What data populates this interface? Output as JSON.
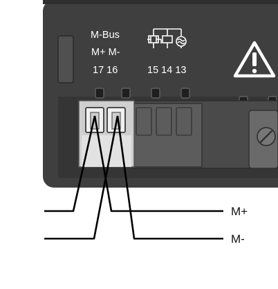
{
  "labels": {
    "bus": "M-Bus",
    "polarity": "M+ M-",
    "terminal_left": "17 16",
    "terminal_right": "15 14 13"
  },
  "wires": [
    {
      "label": "M+"
    },
    {
      "label": "M-"
    }
  ],
  "icons": [
    "relay-output-icon",
    "warning-triangle-icon",
    "screw-terminal-icon"
  ],
  "colors": {
    "housing": "#3f3f3f",
    "housing_edge": "#2a2a2a",
    "connector_light": "#d8d8d8",
    "connector_dark": "#5c5c5c",
    "wire": "#000000"
  }
}
